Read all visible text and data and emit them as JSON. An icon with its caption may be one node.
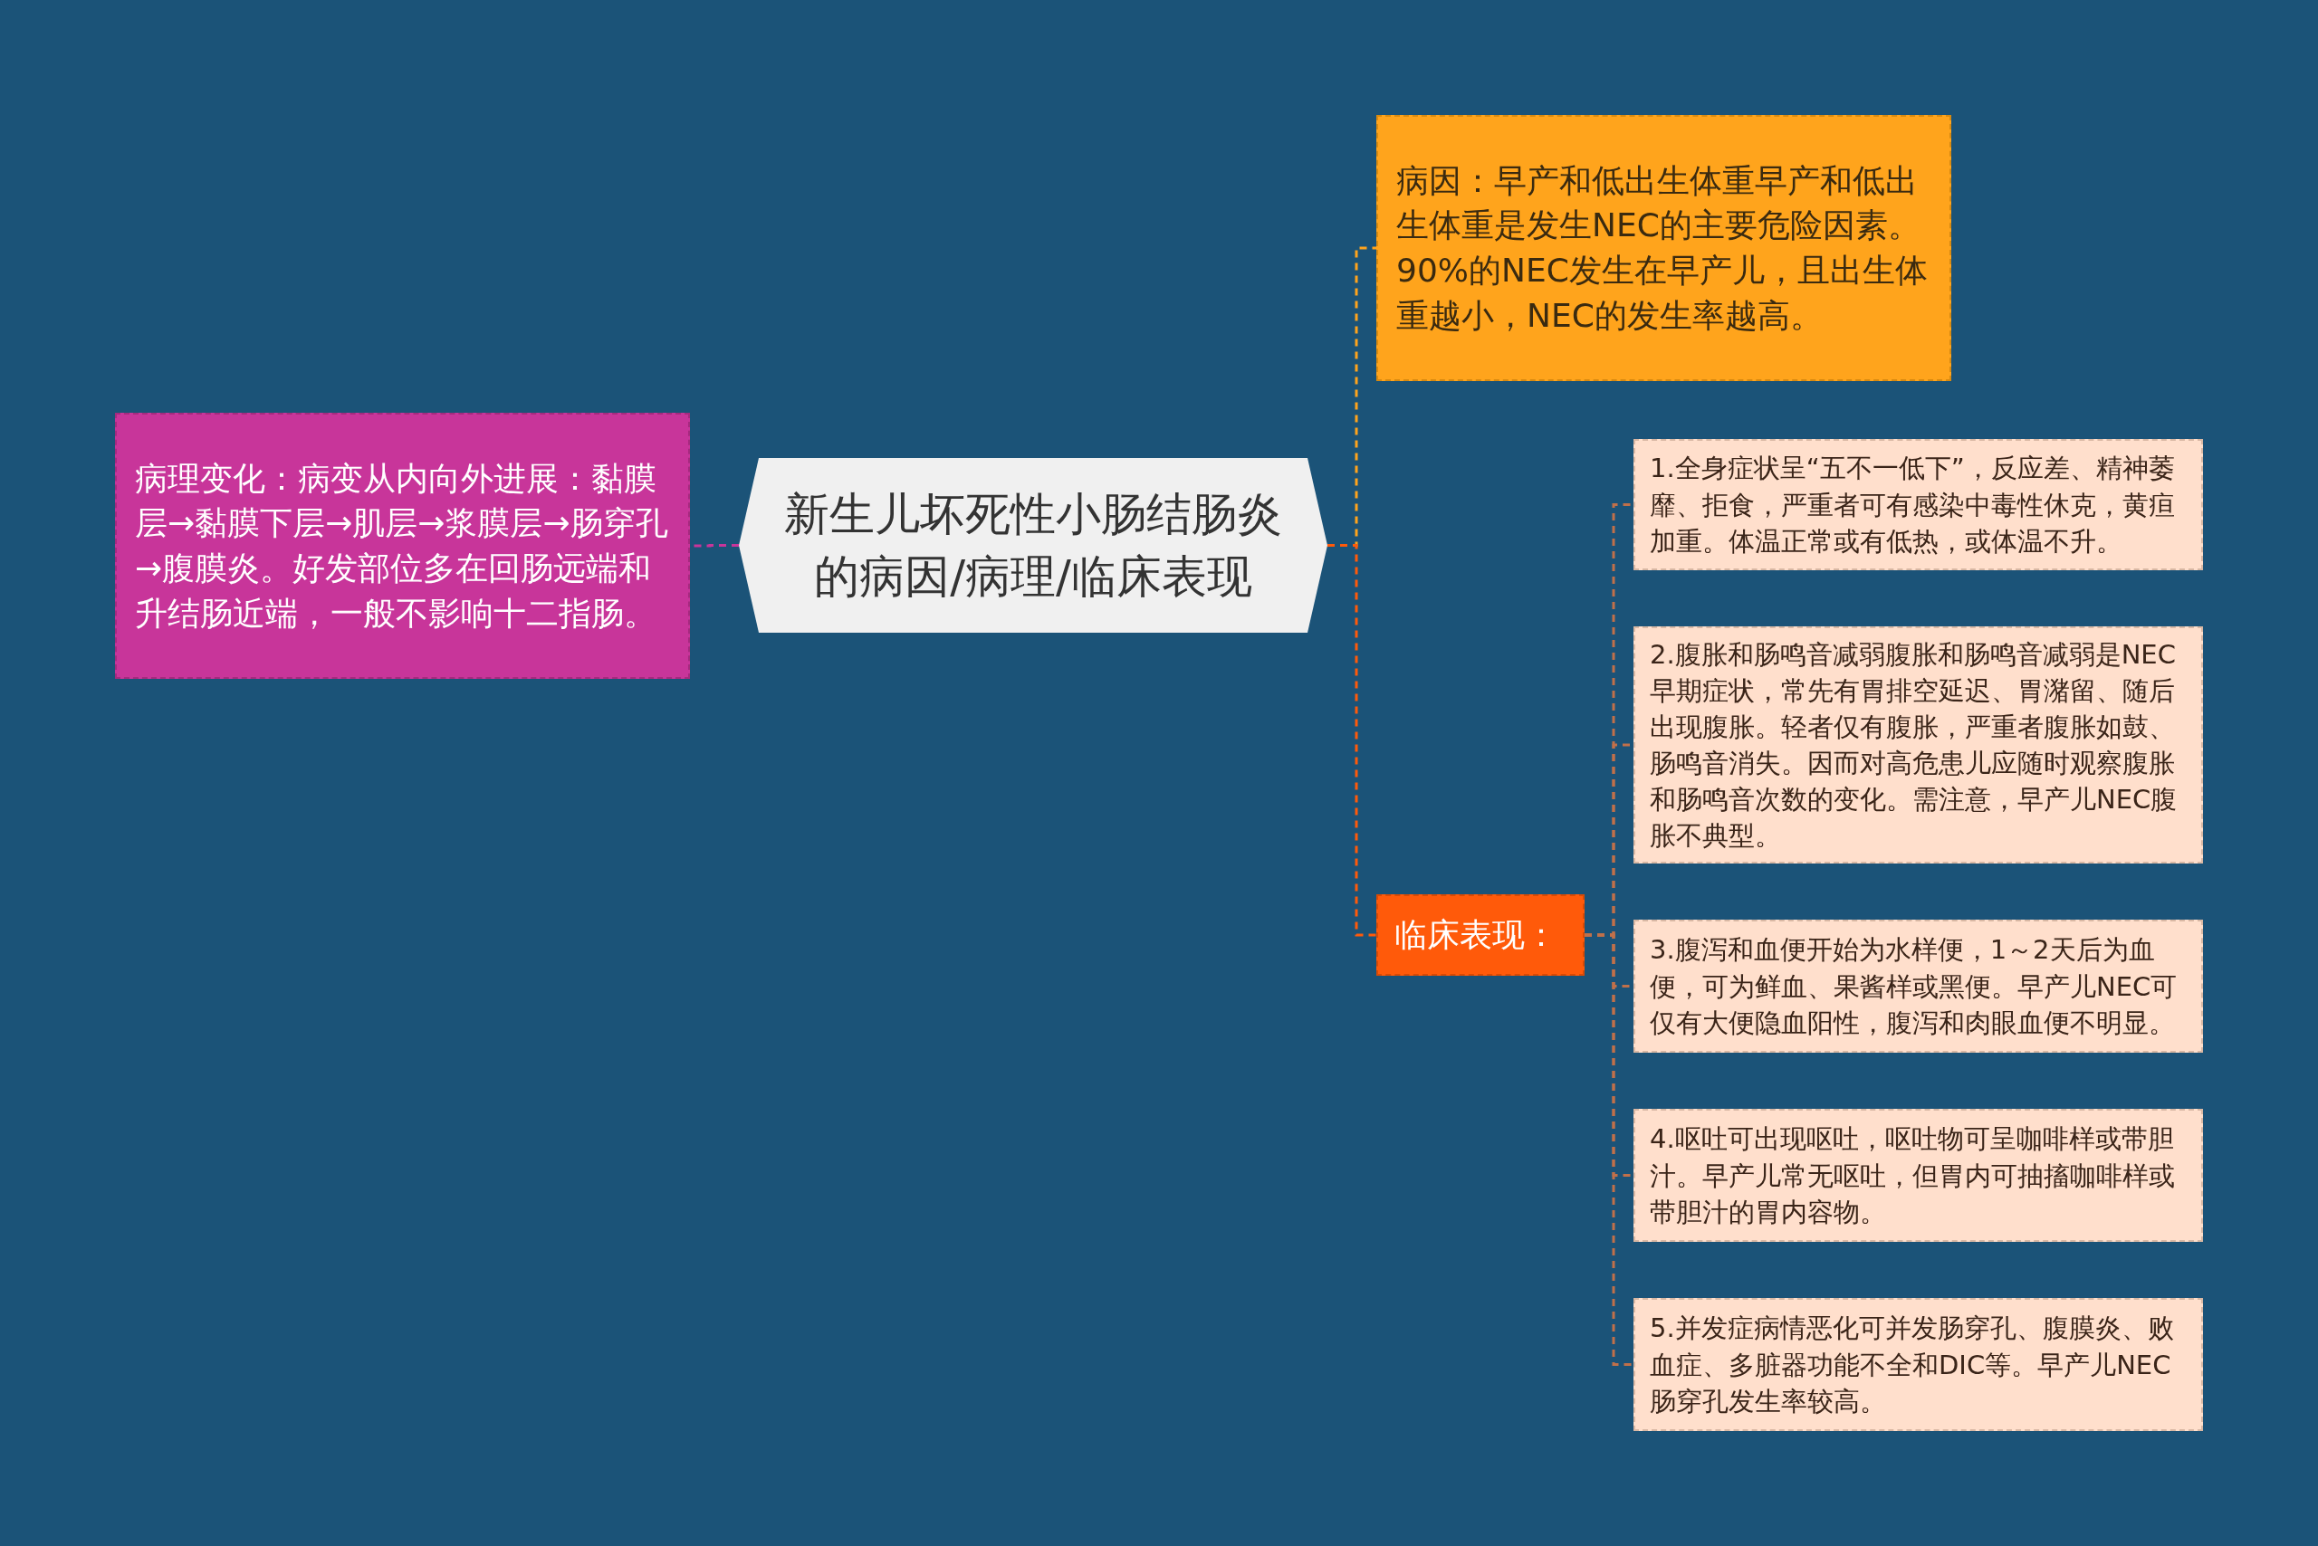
{
  "diagram": {
    "nodes": [
      {
        "text": [
          "新生儿坏死性小肠结肠炎的病因/病理/临床表现"
        ]
      },
      {
        "text": [
          "病理变化：病变从内向外进展：黏膜层→黏膜下层→肌层→浆膜层→肠穿孔→腹膜炎。好发部位多在回肠远端和升结肠近端，一般不影响十二指肠。"
        ]
      },
      {
        "text": [
          "病因：早产和低出生体重早产和低出生体重是发生NEC的主要危险因素。90%的NEC发生在早产儿，且出生体重越小，NEC的发生率越高。"
        ]
      },
      {
        "text": [
          "临床表现："
        ]
      },
      {
        "text": [
          "1.全身症状呈“五不一低下”，反应差、精神萎靡、拒食，严重者可有感染中毒性休克，黄疸加重。体温正常或有低热，或体温不升。"
        ]
      },
      {
        "text": [
          "2.腹胀和肠鸣音减弱腹胀和肠鸣音减弱是NEC早期症状，常先有胃排空延迟、胃潴留、随后出现腹胀。轻者仅有腹胀，严重者腹胀如鼓、肠鸣音消失。因而对高危患儿应随时观察腹胀和肠鸣音次数的变化。需注意，早产儿NEC腹胀不典型。"
        ]
      },
      {
        "text": [
          "3.腹泻和血便开始为水样便，1～2天后为血便，可为鲜血、果酱样或黑便。早产儿NEC可仅有大便隐血阳性，腹泻和肉眼血便不明显。"
        ]
      },
      {
        "text": [
          "4.呕吐可出现呕吐，呕吐物可呈咖啡样或带胆汁。早产儿常无呕吐，但胃内可抽搐咖啡样或带胆汁的胃内容物。"
        ]
      },
      {
        "text": [
          "5.并发症病情恶化可并发肠穿孔、腹膜炎、败血症、多脏器功能不全和DIC等。早产儿NEC肠穿孔发生率较高。"
        ]
      }
    ],
    "edges": [
      {
        "from": 0,
        "to": 1,
        "arrow": "none",
        "color": "#c8359a"
      },
      {
        "from": 0,
        "to": 2,
        "arrow": "none",
        "color": "#ffa41c"
      },
      {
        "from": 0,
        "to": 3,
        "arrow": "none",
        "color": "#ff5a0a"
      },
      {
        "from": 3,
        "to": 4,
        "arrow": "none"
      },
      {
        "from": 3,
        "to": 5,
        "arrow": "none"
      },
      {
        "from": 3,
        "to": 6,
        "arrow": "none"
      },
      {
        "from": 3,
        "to": 7,
        "arrow": "none"
      },
      {
        "from": 3,
        "to": 8,
        "arrow": "none"
      }
    ]
  }
}
